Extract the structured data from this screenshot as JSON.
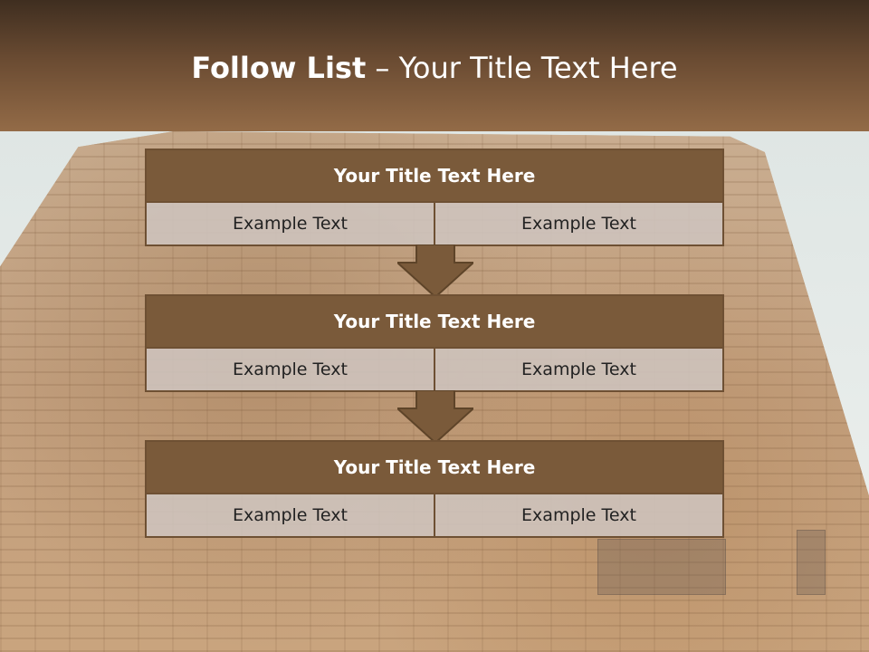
{
  "slide": {
    "title_bold": "Follow List",
    "title_rest": " – Your Title Text Here"
  },
  "blocks": [
    {
      "title": "Your Title Text Here",
      "left": "Example Text",
      "right": "Example Text"
    },
    {
      "title": "Your Title Text Here",
      "left": "Example Text",
      "right": "Example Text"
    },
    {
      "title": "Your Title Text Here",
      "left": "Example Text",
      "right": "Example Text"
    }
  ],
  "colors": {
    "header_dark": "#3f2e20",
    "header_light": "#936b47",
    "block_head": "#7a5a3a",
    "block_border": "#6e5033",
    "cell_bg": "#cec4be"
  },
  "icons": [
    "down-arrow-icon",
    "down-arrow-icon"
  ]
}
